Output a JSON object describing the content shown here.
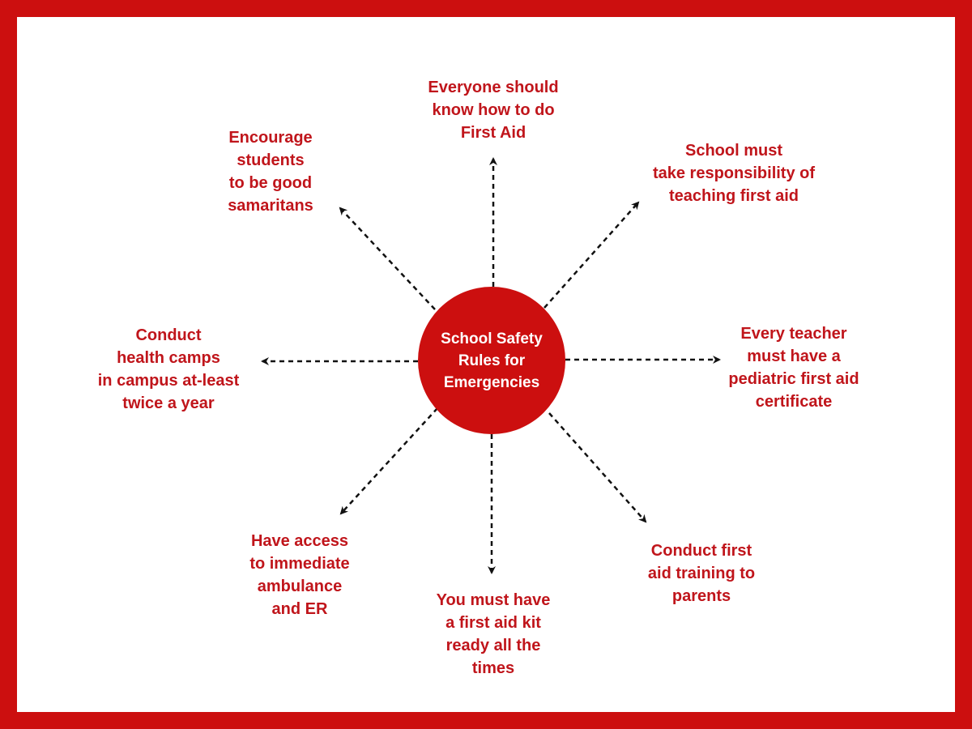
{
  "colors": {
    "accent": "#cc0f0f",
    "label_text": "#c0151b",
    "arrow": "#111111",
    "background": "#ffffff"
  },
  "center": {
    "lines": [
      "School Safety",
      "Rules for",
      "Emergencies"
    ]
  },
  "nodes": {
    "top": {
      "lines": [
        "Everyone should",
        "know how to do",
        "First Aid"
      ]
    },
    "top_right": {
      "lines": [
        "School must",
        "take responsibility of",
        "teaching first aid"
      ]
    },
    "right": {
      "lines": [
        "Every teacher",
        "must have a",
        "pediatric first aid",
        "certificate"
      ]
    },
    "bottom_right": {
      "lines": [
        "Conduct first",
        "aid training to",
        "parents"
      ]
    },
    "bottom": {
      "lines": [
        "You must have",
        "a first aid kit",
        "ready all the",
        "times"
      ]
    },
    "bottom_left": {
      "lines": [
        "Have access",
        "to immediate",
        "ambulance",
        "and ER"
      ]
    },
    "left": {
      "lines": [
        "Conduct",
        "health camps",
        "in campus at-least",
        "twice a year"
      ]
    },
    "top_left": {
      "lines": [
        "Encourage",
        "students",
        "to be good",
        "samaritans"
      ]
    }
  }
}
